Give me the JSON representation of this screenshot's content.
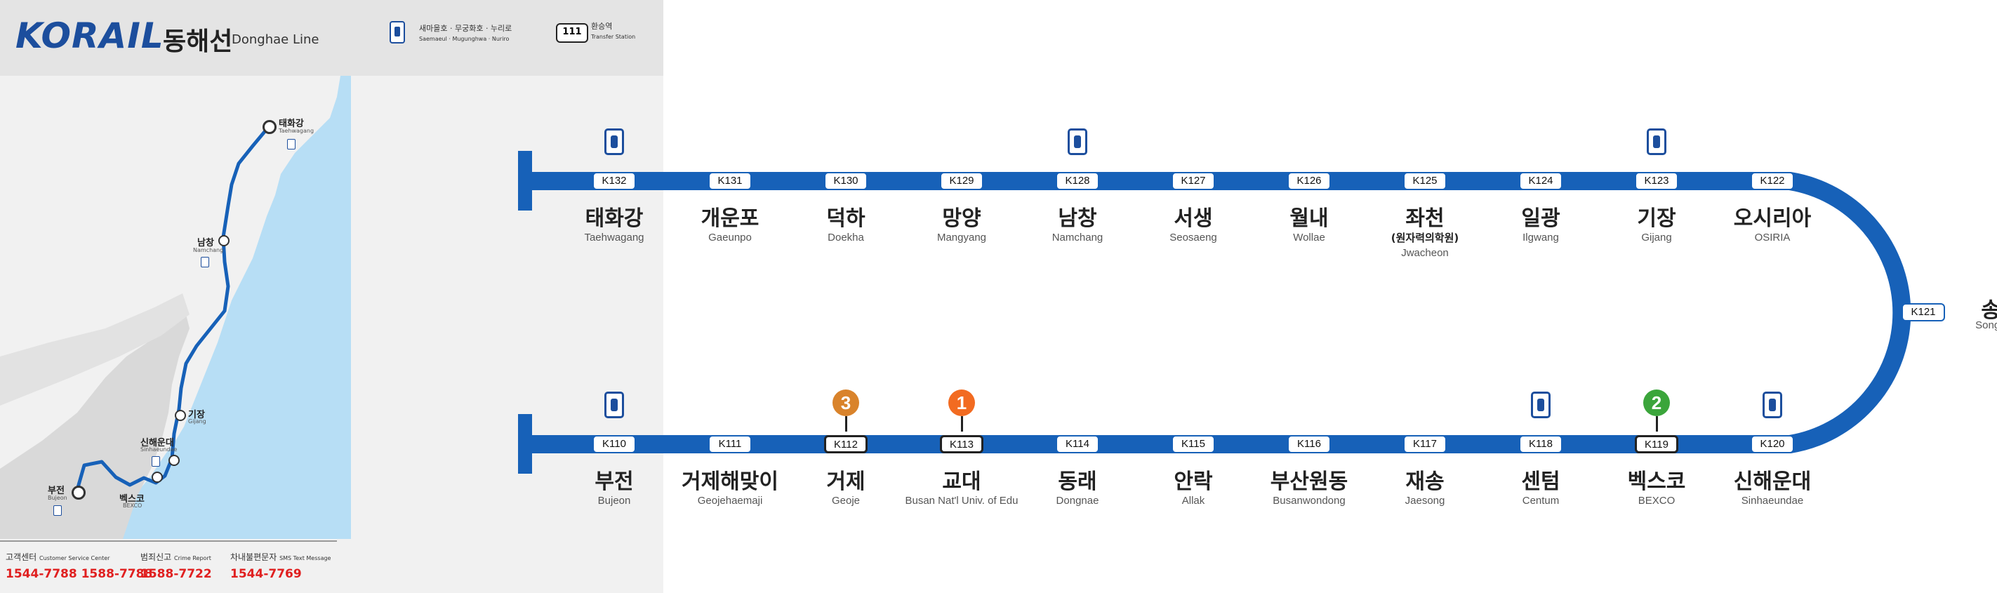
{
  "header": {
    "logo": "KORAIL",
    "line_name_ko": "동해선",
    "line_name_en": "Donghae Line",
    "legend": [
      {
        "icon": "train-icon",
        "text_ko": "새마을호 · 무궁화호 · 누리로",
        "text_en": "Saemaeul · Mugunghwa · Nuriro"
      },
      {
        "icon": "transfer-box",
        "box_text": "111",
        "text_ko": "환승역",
        "text_en": "Transfer Station"
      }
    ]
  },
  "map": {
    "stations": [
      {
        "ko": "태화강",
        "en": "Taehwagang",
        "icon": true
      },
      {
        "ko": "남창",
        "en": "Namchang",
        "icon": true
      },
      {
        "ko": "기장",
        "en": "Gijang",
        "icon": false
      },
      {
        "ko": "신해운대",
        "en": "Sinhaeundae",
        "icon": true
      },
      {
        "ko": "벡스코",
        "en": "BEXCO",
        "icon": false
      },
      {
        "ko": "부전",
        "en": "Bujeon",
        "icon": true
      }
    ]
  },
  "footer": [
    {
      "label_ko": "고객센터",
      "label_en": "Customer Service Center",
      "phone": "1544-7788 1588-7788"
    },
    {
      "label_ko": "범죄신고",
      "label_en": "Crime Report",
      "phone": "1588-7722"
    },
    {
      "label_ko": "차내불편문자",
      "label_en": "SMS Text Message",
      "phone": "1544-7769"
    }
  ],
  "diagram": {
    "line_color": "#1761b8",
    "top_row": [
      {
        "code": "K132",
        "ko": "태화강",
        "en": "Taehwagang",
        "icon": true
      },
      {
        "code": "K131",
        "ko": "개운포",
        "en": "Gaeunpo"
      },
      {
        "code": "K130",
        "ko": "덕하",
        "en": "Doekha"
      },
      {
        "code": "K129",
        "ko": "망양",
        "en": "Mangyang"
      },
      {
        "code": "K128",
        "ko": "남창",
        "en": "Namchang",
        "icon": true
      },
      {
        "code": "K127",
        "ko": "서생",
        "en": "Seosaeng"
      },
      {
        "code": "K126",
        "ko": "월내",
        "en": "Wollae"
      },
      {
        "code": "K125",
        "ko": "좌천",
        "note": "(원자력의학원)",
        "en": "Jwacheon"
      },
      {
        "code": "K124",
        "ko": "일광",
        "en": "Ilgwang"
      },
      {
        "code": "K123",
        "ko": "기장",
        "en": "Gijang",
        "icon": true
      },
      {
        "code": "K122",
        "ko": "오시리아",
        "en": "OSIRIA"
      }
    ],
    "curve_station": {
      "code": "K121",
      "ko": "송정",
      "en": "Songjeong"
    },
    "bottom_row": [
      {
        "code": "K110",
        "ko": "부전",
        "en": "Bujeon",
        "icon": true
      },
      {
        "code": "K111",
        "ko": "거제해맞이",
        "en": "Geojehaemaji"
      },
      {
        "code": "K112",
        "ko": "거제",
        "en": "Geoje",
        "transfer": true,
        "badge": "3",
        "badge_color": "#d9832b"
      },
      {
        "code": "K113",
        "ko": "교대",
        "en": "Busan Nat'l Univ. of Edu",
        "transfer": true,
        "badge": "1",
        "badge_color": "#f26b21"
      },
      {
        "code": "K114",
        "ko": "동래",
        "en": "Dongnae"
      },
      {
        "code": "K115",
        "ko": "안락",
        "en": "Allak"
      },
      {
        "code": "K116",
        "ko": "부산원동",
        "en": "Busanwondong"
      },
      {
        "code": "K117",
        "ko": "재송",
        "en": "Jaesong"
      },
      {
        "code": "K118",
        "ko": "센텀",
        "en": "Centum",
        "icon": true
      },
      {
        "code": "K119",
        "ko": "벡스코",
        "en": "BEXCO",
        "transfer": true,
        "badge": "2",
        "badge_color": "#3ba53b"
      },
      {
        "code": "K120",
        "ko": "신해운대",
        "en": "Sinhaeundae",
        "icon": true
      }
    ]
  }
}
